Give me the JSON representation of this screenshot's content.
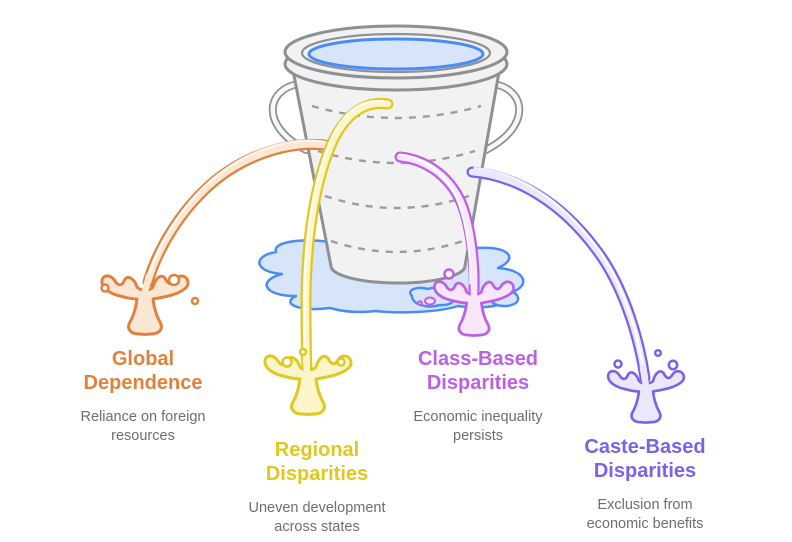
{
  "leaks": [
    {
      "id": "global-dependence",
      "title": "Global Dependence",
      "description": "Reliance on foreign resources"
    },
    {
      "id": "regional-disparities",
      "title": "Regional Disparities",
      "description": "Uneven development across states"
    },
    {
      "id": "class-based-disparities",
      "title": "Class-Based Disparities",
      "description": "Economic inequality persists"
    },
    {
      "id": "caste-based-disparities",
      "title": "Caste-Based Disparities",
      "description": "Exclusion from economic benefits"
    }
  ],
  "colors": {
    "orange": "#E0813E",
    "orange_light": "#FBE7D3",
    "yellow": "#E0C81E",
    "yellow_light": "#FBF5C9",
    "magenta": "#BC60E5",
    "magenta_light": "#F8E7FA",
    "violet": "#7B62E9",
    "violet_light": "#ECE8FC",
    "water_stroke": "#4A8CF5",
    "water_fill": "#D7E5FA",
    "bucket_stroke": "#8F9093",
    "bucket_fill": "#F2F2F3",
    "dash_gray": "#9C9C9C",
    "desc_text": "#6E6E6E"
  }
}
